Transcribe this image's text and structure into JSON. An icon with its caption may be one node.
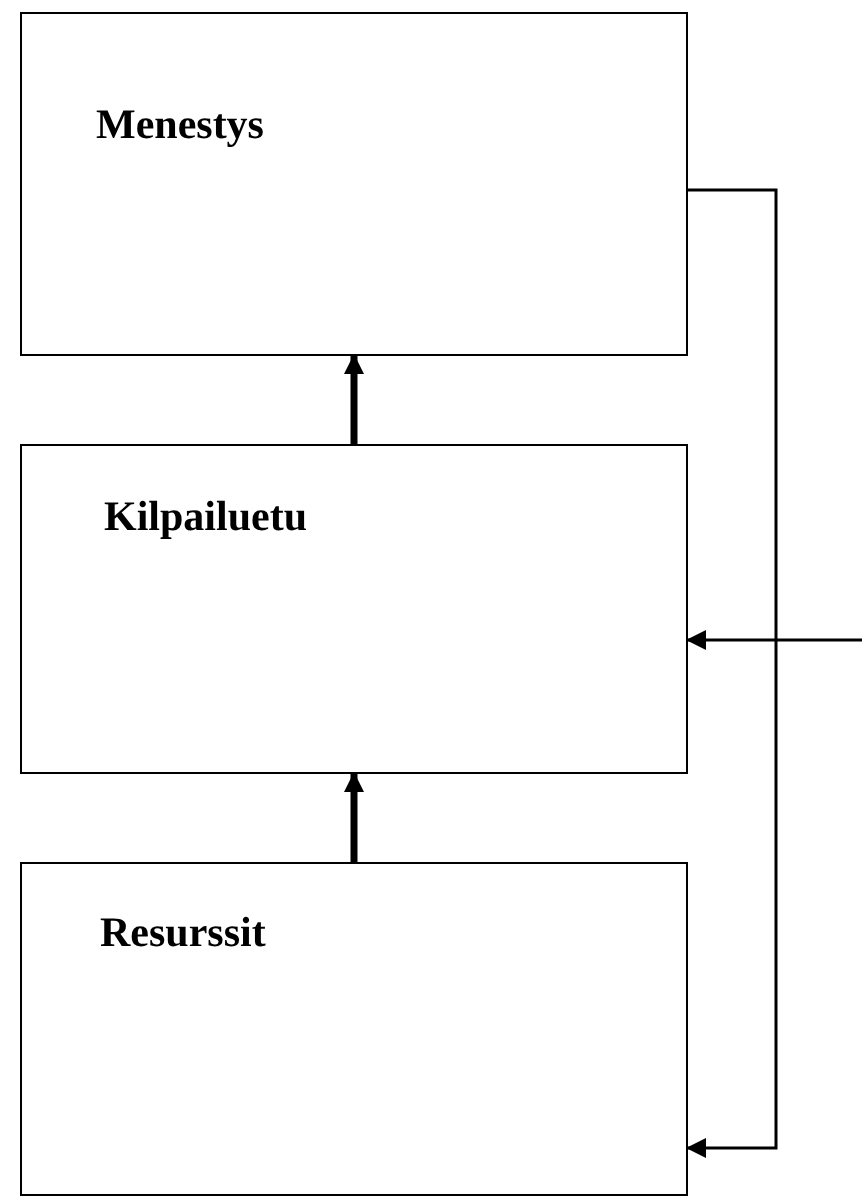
{
  "diagram": {
    "nodes": [
      {
        "text": [
          "Menestys"
        ]
      },
      {
        "text": [
          "Kilpailuetu"
        ]
      },
      {
        "text": [
          "Resurssit"
        ]
      }
    ],
    "edges": [
      {
        "from": 1,
        "to": 0,
        "arrow": "to",
        "style": "thick"
      },
      {
        "from": 2,
        "to": 1,
        "arrow": "to",
        "style": "thick"
      },
      {
        "from": 0,
        "to": 2,
        "arrow": "to"
      },
      {
        "from": null,
        "to": 1,
        "arrow": "to"
      }
    ]
  }
}
